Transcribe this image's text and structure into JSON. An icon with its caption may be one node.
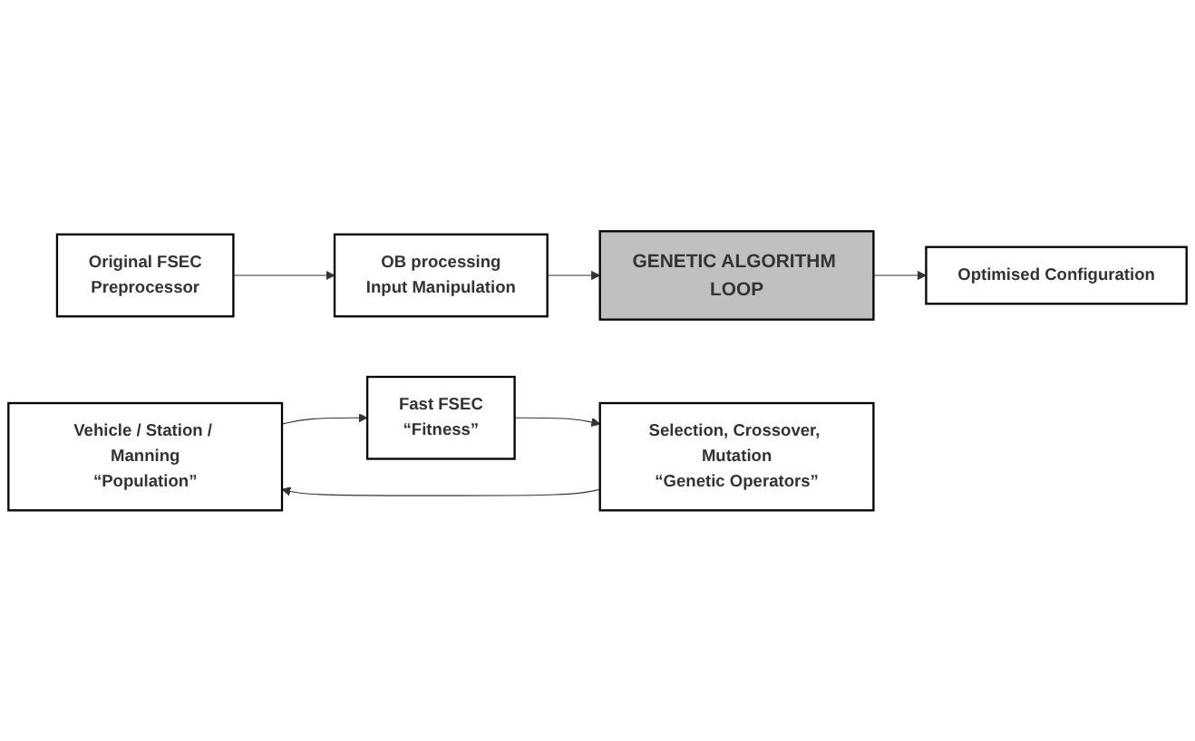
{
  "diagram": {
    "nodes": [
      {
        "text": [
          "Original FSEC",
          "Preprocessor"
        ]
      },
      {
        "text": [
          "OB processing",
          "Input Manipulation"
        ]
      },
      {
        "text": [
          "GENETIC ALGORITHM LOOP"
        ]
      },
      {
        "text": [
          "Vehicle / Station / Manning",
          "“Population”"
        ]
      },
      {
        "text": [
          "Fast FSEC",
          "“Fitness”"
        ]
      },
      {
        "text": [
          "Selection, Crossover, Mutation",
          "“Genetic Operators”"
        ]
      },
      {
        "text": [
          "Optimised Configuration"
        ]
      }
    ],
    "edges": [
      {
        "from": 0,
        "to": 1,
        "arrow": "to"
      },
      {
        "from": 1,
        "to": 2,
        "arrow": "to"
      },
      {
        "from": 3,
        "to": 4,
        "arrow": "to"
      },
      {
        "from": 4,
        "to": 5,
        "arrow": "to"
      },
      {
        "from": 5,
        "to": 3,
        "arrow": "to"
      },
      {
        "from": 2,
        "to": 6,
        "arrow": "to"
      }
    ]
  }
}
